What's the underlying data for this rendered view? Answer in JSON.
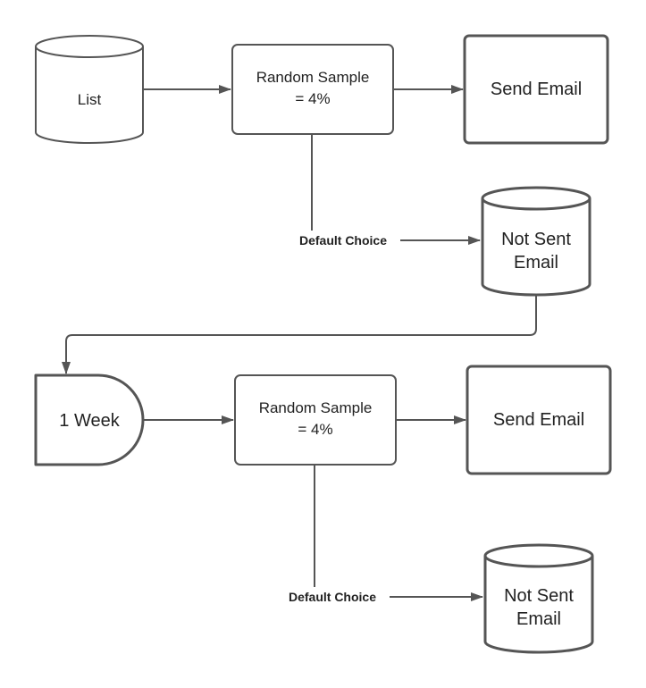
{
  "diagram": {
    "nodes": {
      "list": {
        "label": "List"
      },
      "sample_1": {
        "line1": "Random Sample",
        "line2": "= 4%"
      },
      "send_1": {
        "label": "Send Email"
      },
      "not_sent_1": {
        "line1": "Not Sent",
        "line2": "Email"
      },
      "delay": {
        "label": "1 Week"
      },
      "sample_2": {
        "line1": "Random Sample",
        "line2": "= 4%"
      },
      "send_2": {
        "label": "Send Email"
      },
      "not_sent_2": {
        "line1": "Not Sent",
        "line2": "Email"
      }
    },
    "edges": {
      "default_choice_1": "Default Choice",
      "default_choice_2": "Default Choice"
    },
    "colors": {
      "stroke": "#555555",
      "fill": "#ffffff",
      "text": "#222222"
    }
  }
}
